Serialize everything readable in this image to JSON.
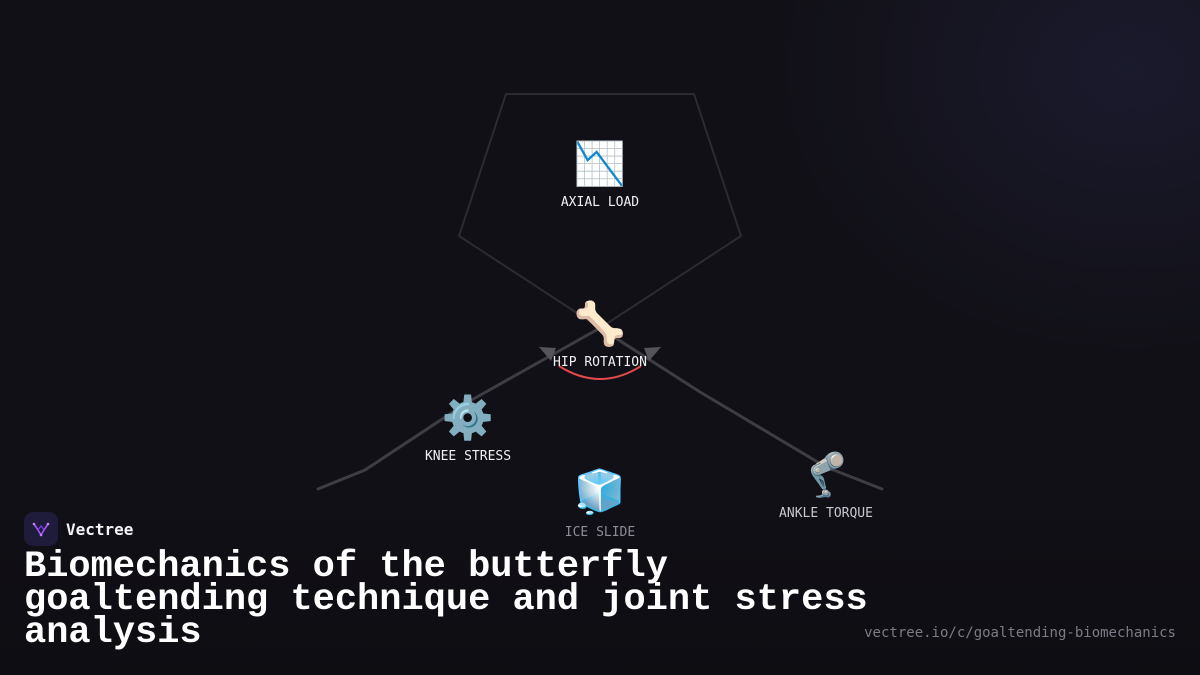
{
  "brand": {
    "name": "Vectree",
    "logo_icon": "vectree-logo-icon",
    "accent": "#a855f7"
  },
  "title": "Biomechanics of the butterfly goaltending technique and joint stress analysis",
  "url": "vectree.io/c/goaltending-biomechanics",
  "nodes": {
    "axial_load": {
      "label": "AXIAL LOAD",
      "icon": "📉",
      "icon_name": "chart-decreasing-icon"
    },
    "hip_rotation": {
      "label": "HIP ROTATION",
      "icon": "🦴",
      "icon_name": "bone-icon"
    },
    "knee_stress": {
      "label": "KNEE STRESS",
      "icon": "⚙️",
      "icon_name": "gear-icon"
    },
    "ice_slide": {
      "label": "ICE SLIDE",
      "icon": "🧊",
      "icon_name": "ice-cube-icon"
    },
    "ankle_torque": {
      "label": "ANKLE TORQUE",
      "icon": "🦿",
      "icon_name": "mechanical-leg-icon"
    }
  },
  "colors": {
    "background": "#111016",
    "lines": "#3e3d44",
    "arc": "#e5484d"
  }
}
